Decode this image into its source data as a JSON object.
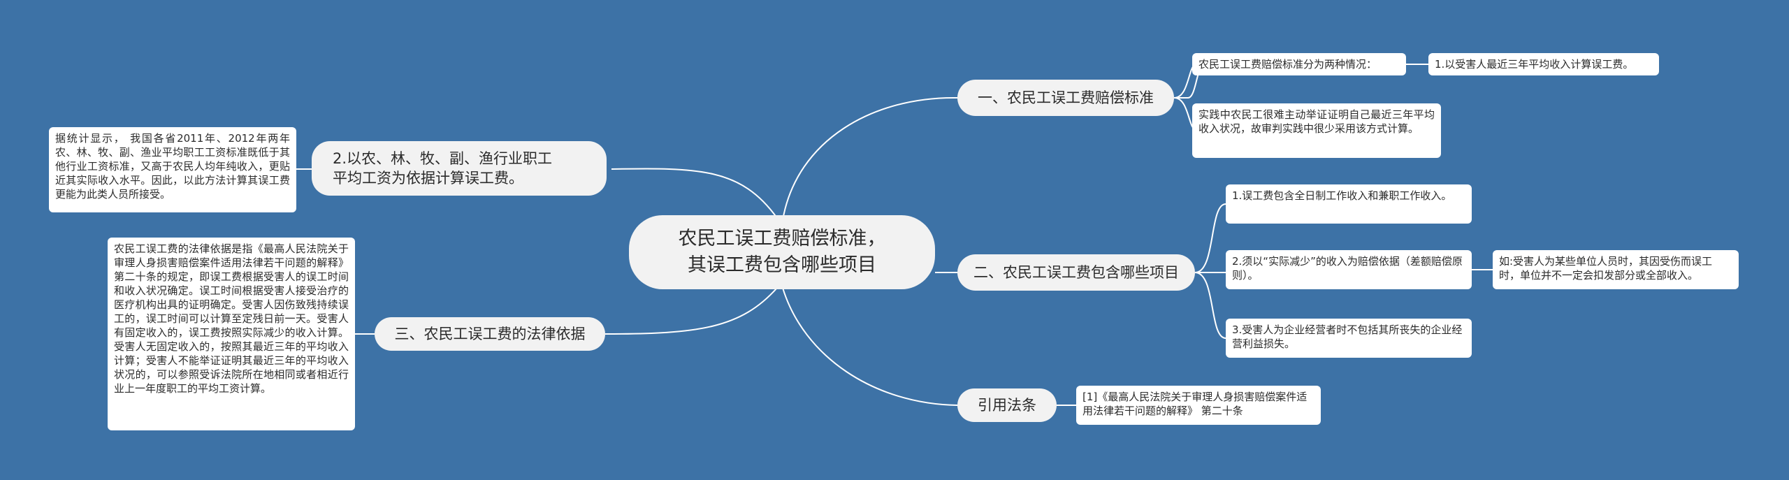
{
  "root": {
    "text": "农民工误工费赔偿标准，\n其误工费包含哪些项目"
  },
  "branches": {
    "b1": "一、农民工误工费赔偿标准",
    "b2": "二、农民工误工费包含哪些项目",
    "b3": "引用法条",
    "b4": "2.以农、林、牧、副、渔行业职工\n平均工资为依据计算误工费。",
    "b5": "三、农民工误工费的法律依据"
  },
  "leaves": {
    "l1a": "农民工误工费赔偿标准分为两种情况：",
    "l1a1": "1.以受害人最近三年平均收入计算误工费。",
    "l1b": "实践中农民工很难主动举证证明自己最近三年平均收入状况，故审判实践中很少采用该方式计算。",
    "l2a": "1.误工费包含全日制工作收入和兼职工作收入。",
    "l2b": "2.须以“实际减少”的收入为赔偿依据（差额赔偿原则）。",
    "l2b1": "如:受害人为某些单位人员时，其因受伤而误工时，单位并不一定会扣发部分或全部收入。",
    "l2c": "3.受害人为企业经营者时不包括其所丧失的企业经营利益损失。",
    "l3a": "[1]《最高人民法院关于审理人身损害赔偿案件适用法律若干问题的解释》 第二十条",
    "l4a": "据统计显示， 我国各省2011年、2012年两年农、林、牧、副、渔业平均职工工资标准既低于其他行业工资标准，又高于农民人均年纯收入，更贴近其实际收入水平。因此，以此方法计算其误工费更能为此类人员所接受。",
    "l5a": "农民工误工费的法律依据是指《最高人民法院关于审理人身损害赔偿案件适用法律若干问题的解释》第二十条的规定，即误工费根据受害人的误工时间和收入状况确定。误工时间根据受害人接受治疗的医疗机构出具的证明确定。受害人因伤致残持续误工的，误工时间可以计算至定残日前一天。受害人有固定收入的，误工费按照实际减少的收入计算。受害人无固定收入的，按照其最近三年的平均收入计算；受害人不能举证证明其最近三年的平均收入状况的，可以参照受诉法院所在地相同或者相近行业上一年度职工的平均工资计算。"
  },
  "colors": {
    "background": "#3d72a6",
    "node_fill": "#f2f2f2",
    "leaf_fill": "#ffffff",
    "connector": "#ffffff"
  }
}
